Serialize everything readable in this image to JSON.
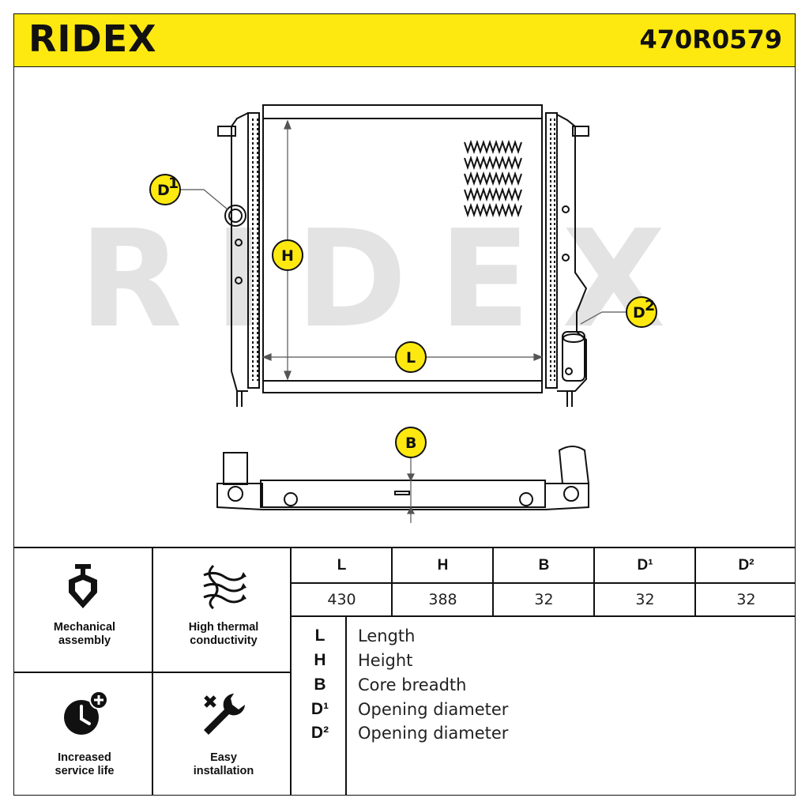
{
  "brand": "RIDEX",
  "part_number": "470R0579",
  "watermark": "RIDEX",
  "drawing_labels": {
    "d1": "D",
    "d1_sup": "1",
    "h": "H",
    "l": "L",
    "d2": "D",
    "d2_sup": "2",
    "b": "B"
  },
  "features": [
    {
      "icon": "mechanical-assembly-icon",
      "label_line1": "Mechanical",
      "label_line2": "assembly"
    },
    {
      "icon": "thermal-conductivity-icon",
      "label_line1": "High thermal",
      "label_line2": "conductivity"
    },
    {
      "icon": "service-life-icon",
      "label_line1": "Increased",
      "label_line2": "service life"
    },
    {
      "icon": "installation-wrench-icon",
      "label_line1": "Easy",
      "label_line2": "installation"
    }
  ],
  "table": {
    "headers": [
      "L",
      "H",
      "B",
      "D¹",
      "D²"
    ],
    "values": [
      "430",
      "388",
      "32",
      "32",
      "32"
    ]
  },
  "legend": [
    {
      "key": "L",
      "text": "Length"
    },
    {
      "key": "H",
      "text": "Height"
    },
    {
      "key": "B",
      "text": "Core breadth"
    },
    {
      "key": "D¹",
      "text": "Opening diameter"
    },
    {
      "key": "D²",
      "text": "Opening diameter"
    }
  ],
  "colors": {
    "accent": "#fde910",
    "line": "#111111",
    "watermark": "#e3e3e3"
  }
}
